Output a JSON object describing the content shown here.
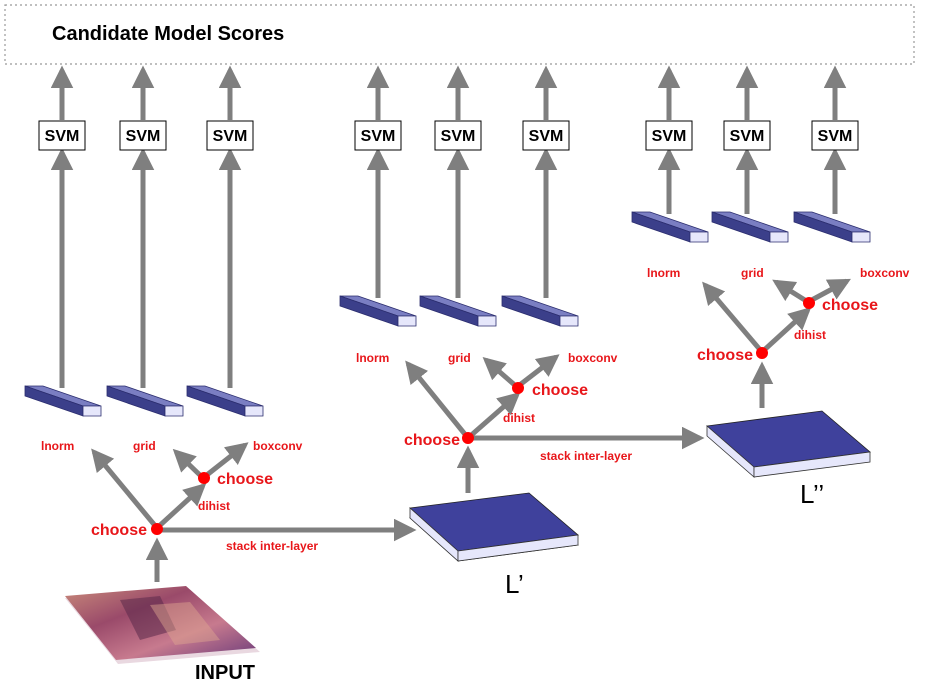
{
  "title": "Candidate Model Scores",
  "svm_label": "SVM",
  "op_labels": {
    "lnorm": "lnorm",
    "grid": "grid",
    "boxconv": "boxconv",
    "dihist": "dihist",
    "choose": "choose",
    "stack": "stack inter-layer"
  },
  "layer_labels": {
    "input": "INPUT",
    "layer1": "L’",
    "layer2": "L’’"
  },
  "colors": {
    "arrow": "#7f7f7f",
    "label_red": "#e8161a",
    "dot_red": "#ff0000",
    "block_top": "#7a7ec2",
    "block_front": "#e6e7fb",
    "block_side": "#3b3f8a",
    "layer_fill": "#3f419c",
    "border_dotted": "#999999"
  },
  "icons": {
    "input_image": "photo-thumbnail-icon"
  }
}
